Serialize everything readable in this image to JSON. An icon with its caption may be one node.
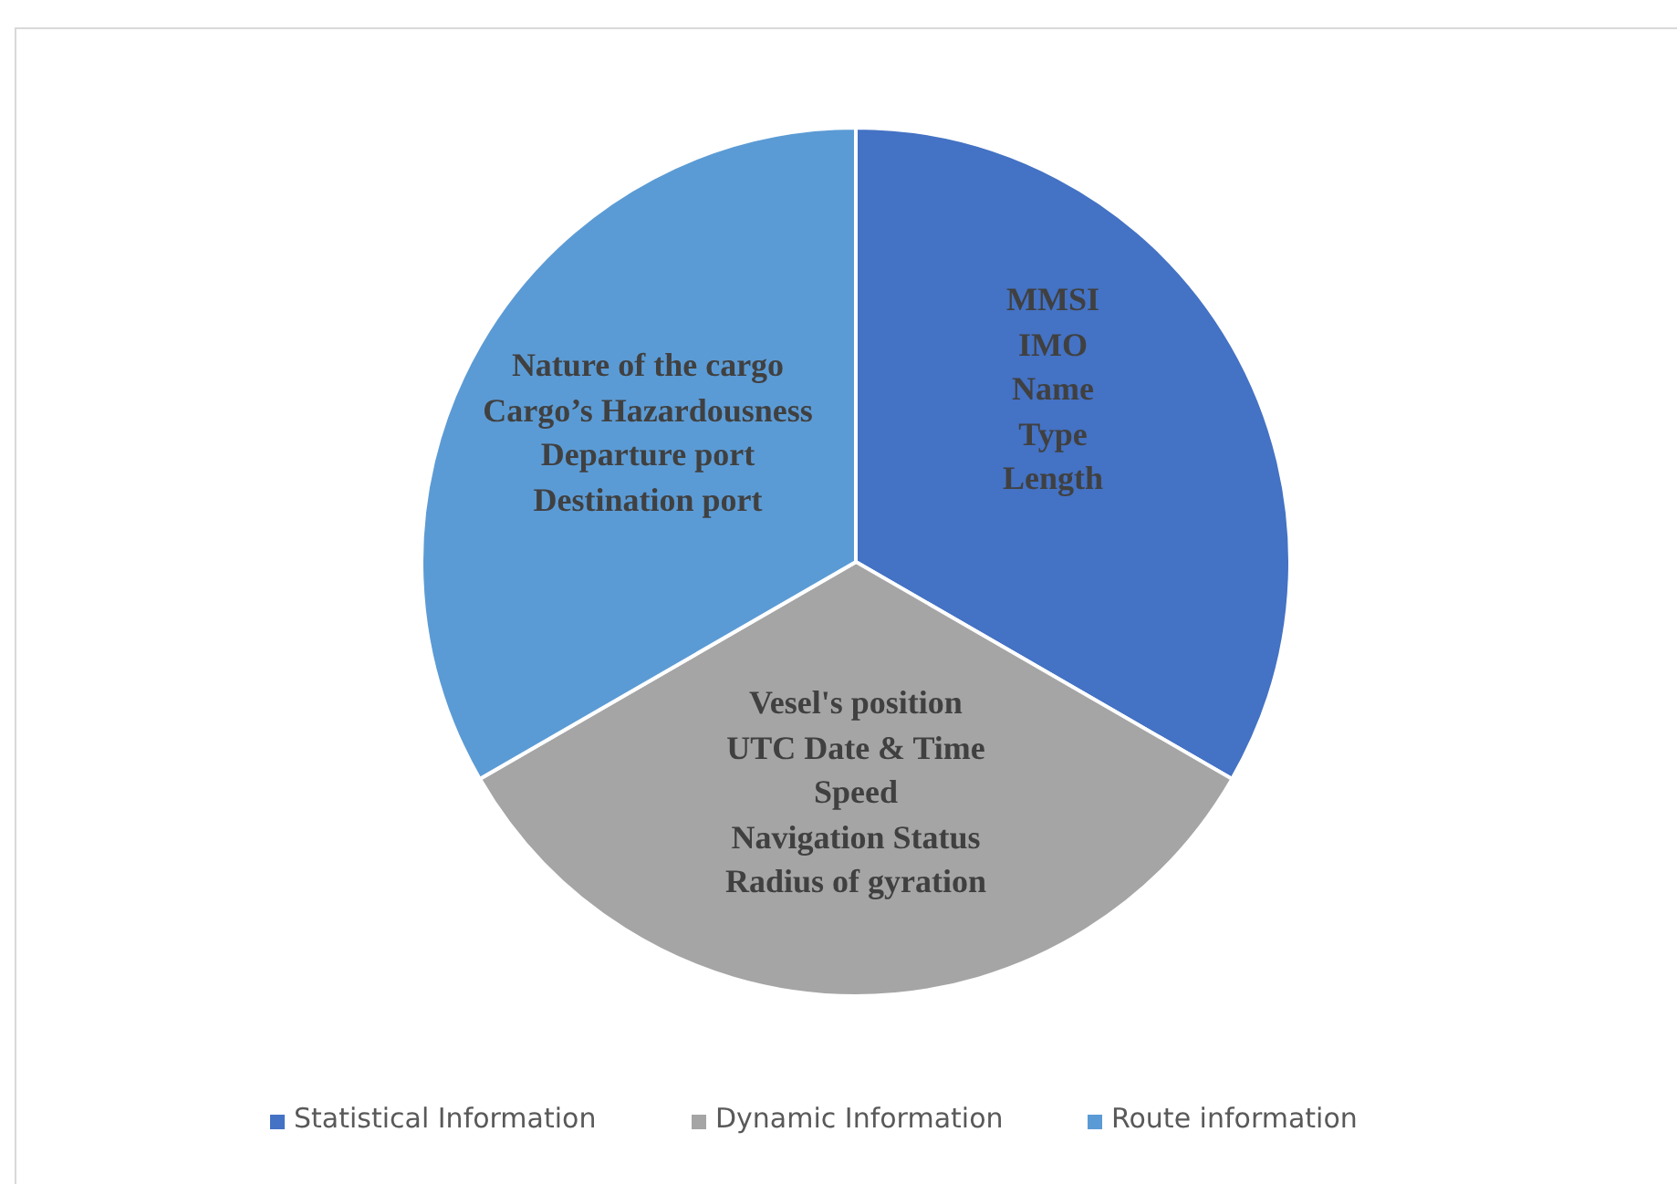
{
  "diagram": {
    "nodes": [
      {
        "text": [
          "MMSI",
          "IMO",
          "Name",
          "Type",
          "Length"
        ]
      },
      {
        "text": [
          "Vesel's position",
          "UTC Date & Time",
          "Speed",
          "Navigation Status",
          "Radius of gyration"
        ]
      },
      {
        "text": [
          "Nature of the cargo",
          "Cargo’s Hazardousness",
          "Departure port",
          "Destination port"
        ]
      }
    ],
    "legend": [
      {
        "text": "Statistical Information",
        "color": "#4472c4"
      },
      {
        "text": "Dynamic Information",
        "color": "#a5a5a5"
      },
      {
        "text": "Route information",
        "color": "#5b9bd5"
      }
    ]
  }
}
